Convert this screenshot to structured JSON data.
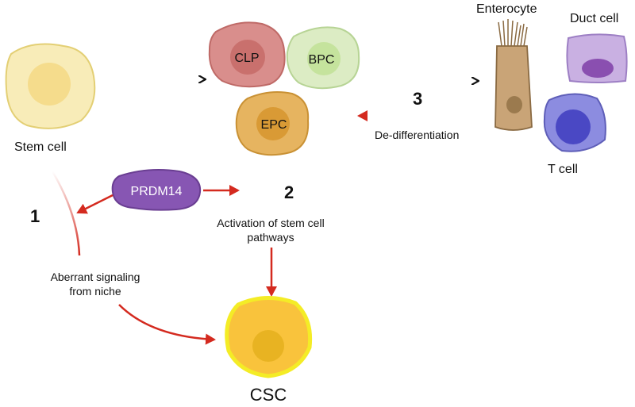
{
  "labels": {
    "stem_cell": "Stem cell",
    "clp": "CLP",
    "bpc": "BPC",
    "epc": "EPC",
    "enterocyte": "Enterocyte",
    "duct_cell": "Duct cell",
    "t_cell": "T cell",
    "prdm14": "PRDM14",
    "csc": "CSC",
    "step1": "1",
    "step2": "2",
    "step3": "3",
    "aberrant_line1": "Aberrant signaling",
    "aberrant_line2": "from niche",
    "activation_line1": "Activation of stem cell",
    "activation_line2": "pathways",
    "dediff": "De-differentiation"
  },
  "colors": {
    "stem_fill": "#f8ecb8",
    "stem_stroke": "#e3cf74",
    "clp_fill": "#d98e8c",
    "clp_stroke": "#bf6a67",
    "bpc_fill": "#dcecc4",
    "bpc_stroke": "#b7d495",
    "epc_fill": "#e6b460",
    "epc_stroke": "#c99134",
    "entero_fill": "#c9a477",
    "duct_fill": "#c9b0e2",
    "tcell_fill": "#8c8ce0",
    "prdm14_fill": "#8756b3",
    "csc_fill": "#f9c33c",
    "csc_glow": "#f4ec26",
    "red_arrow": "#d42a1f",
    "black_arrow": "#111111"
  }
}
